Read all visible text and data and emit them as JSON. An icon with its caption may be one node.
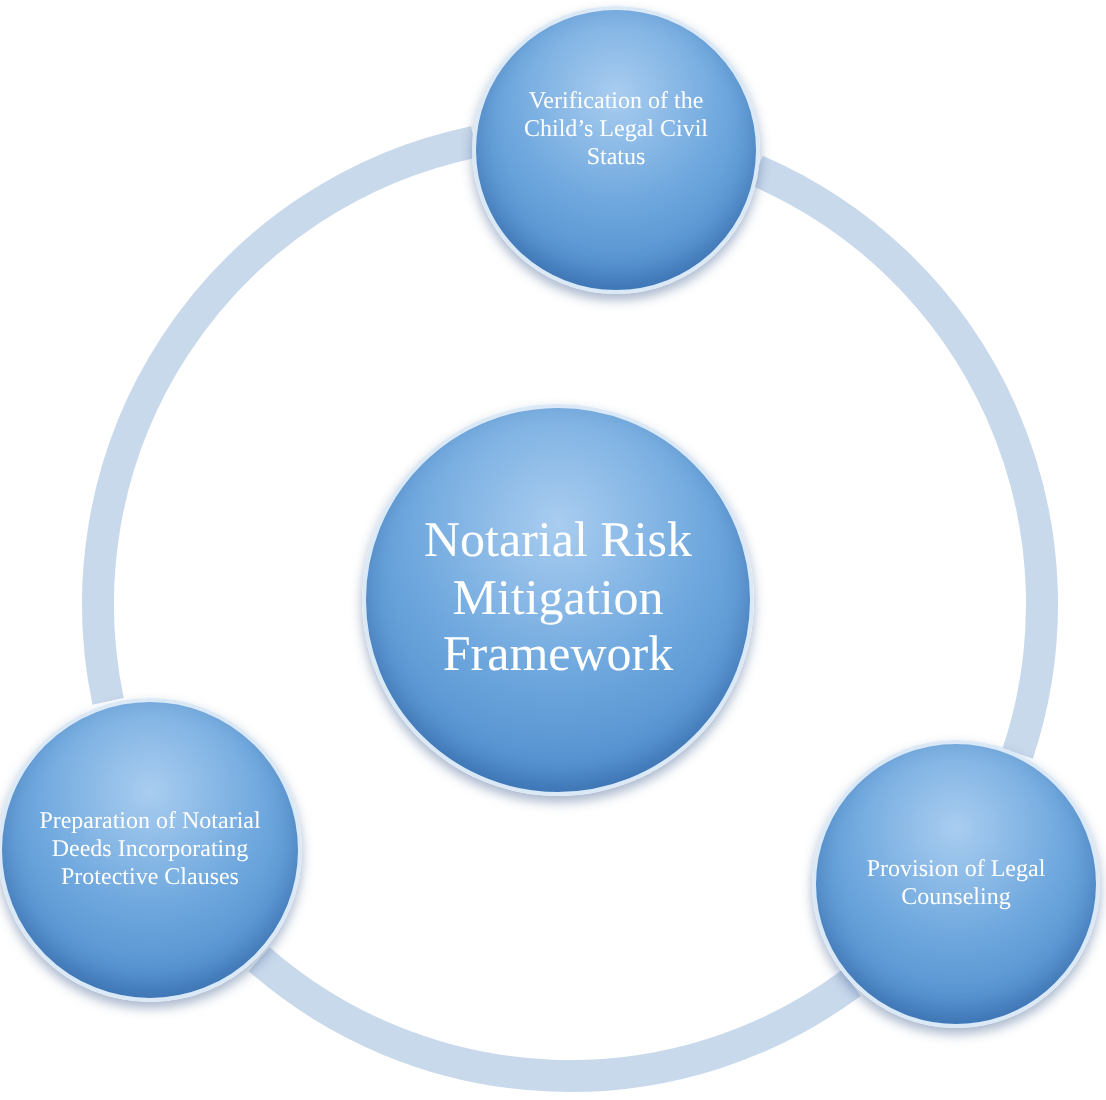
{
  "diagram": {
    "nodes": [
      {
        "text": [
          "Verification of the Child’s Legal Civil Status"
        ]
      },
      {
        "text": [
          "Notarial Risk Mitigation Framework"
        ]
      },
      {
        "text": [
          "Preparation of Notarial Deeds Incorporating Protective Clauses"
        ]
      },
      {
        "text": [
          "Provision of Legal Counseling"
        ]
      }
    ],
    "edges": [
      {
        "from": 0,
        "to": 3,
        "arrow": "none"
      },
      {
        "from": 3,
        "to": 2,
        "arrow": "none"
      },
      {
        "from": 2,
        "to": 0,
        "arrow": "none"
      }
    ]
  }
}
